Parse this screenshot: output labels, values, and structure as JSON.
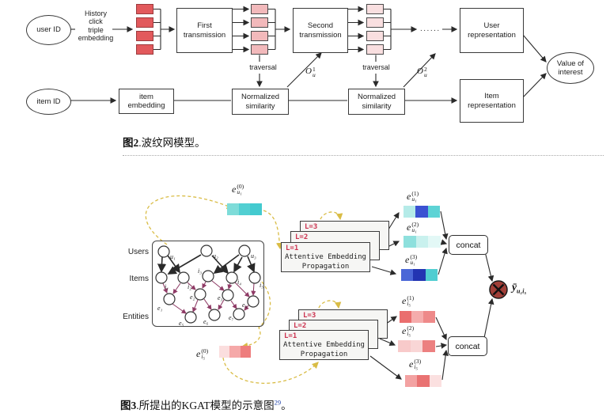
{
  "figure2": {
    "caption": {
      "bold": "图2",
      "text": ".波纹网模型。"
    },
    "labels": {
      "user_id": "user ID",
      "item_id": "item ID",
      "history": "History\nclick\ntriple\nembedding",
      "first_transmission": "First\ntransmission",
      "second_transmission": "Second\ntransmission",
      "traversal_1": "traversal",
      "traversal_2": "traversal",
      "normalized_similarity_1": "Normalized\nsimilarity",
      "normalized_similarity_2": "Normalized\nsimilarity",
      "item_embedding": "item\nembedding",
      "user_representation": "User\nrepresentation",
      "item_representation": "Item\nrepresentation",
      "value_of_interest": "Value of\ninterest",
      "dots": "......"
    },
    "math": {
      "o1": {
        "base": "O",
        "sup": "1",
        "sub": "u"
      },
      "o2": {
        "base": "O",
        "sup": "2",
        "sub": "u"
      }
    },
    "colors": {
      "hop1_fill": "#e2595c",
      "hop1_border": "#9c3a3d",
      "hop2_fill": "#f2b9bb",
      "hop3_fill": "#f9dfe0",
      "hop_border": "#4a4a4a"
    }
  },
  "figure3": {
    "caption": {
      "bold": "图3",
      "text": ".所提出的KGAT模型的示意图",
      "sup": "29",
      "end": "。"
    },
    "graph": {
      "row_labels": [
        "Users",
        "Items",
        "Entities"
      ],
      "users": [
        "u₁",
        "u₂",
        "u₃"
      ],
      "items": [
        "i₁",
        "i₂",
        "i₃",
        "i₄",
        "i₅"
      ],
      "entities": [
        "e₁",
        "e₂",
        "e₃",
        "e₄",
        "e₅",
        "e₆",
        "e₇"
      ]
    },
    "stacks": {
      "l1": "L=1",
      "l2": "L=2",
      "l3": "L=3",
      "line1": "Attentive Embedding",
      "line2": "Propagation"
    },
    "concat_1": "concat",
    "concat_2": "concat",
    "score": {
      "base": "ȳ",
      "sub": "u₁i₅"
    },
    "embeddings": {
      "eu0": {
        "base": "e",
        "sup": "(0)",
        "sub": "u₁",
        "segments": [
          "#7edcd9",
          "#52cfd2",
          "#43cacf"
        ]
      },
      "eu1": {
        "base": "e",
        "sup": "(1)",
        "sub": "u₁",
        "segments": [
          "#b5ebe8",
          "#3b52d2",
          "#5dd3d5"
        ]
      },
      "eu2": {
        "base": "e",
        "sup": "(2)",
        "sub": "u₁",
        "segments": [
          "#8ee0dd",
          "#c9f1ee",
          "#e3f8f6"
        ]
      },
      "eu3": {
        "base": "e",
        "sup": "(3)",
        "sub": "u₁",
        "segments": [
          "#4b67d7",
          "#2334b2",
          "#50cdd1"
        ]
      },
      "ei0": {
        "base": "e",
        "sup": "(0)",
        "sub": "i₅",
        "segments": [
          "#fbdede",
          "#f5a8a8",
          "#ee7d7d"
        ]
      },
      "ei1": {
        "base": "e",
        "sup": "(1)",
        "sub": "i₅",
        "segments": [
          "#ea6e6e",
          "#f5acac",
          "#ee8989"
        ]
      },
      "ei2": {
        "base": "e",
        "sup": "(2)",
        "sub": "i₅",
        "segments": [
          "#f8caca",
          "#f9d6d6",
          "#ec8080"
        ]
      },
      "ei3": {
        "base": "e",
        "sup": "(3)",
        "sub": "i₅",
        "segments": [
          "#f3a2a2",
          "#e97272",
          "#fbe0e0"
        ]
      }
    },
    "colors": {
      "dashed_arrow": "#d9bc45",
      "graph_arrow": "#2a2a2a",
      "entity_arrow": "#8f3b66",
      "score_fill": "#a03f38",
      "layer_label": "#cc3350"
    }
  }
}
